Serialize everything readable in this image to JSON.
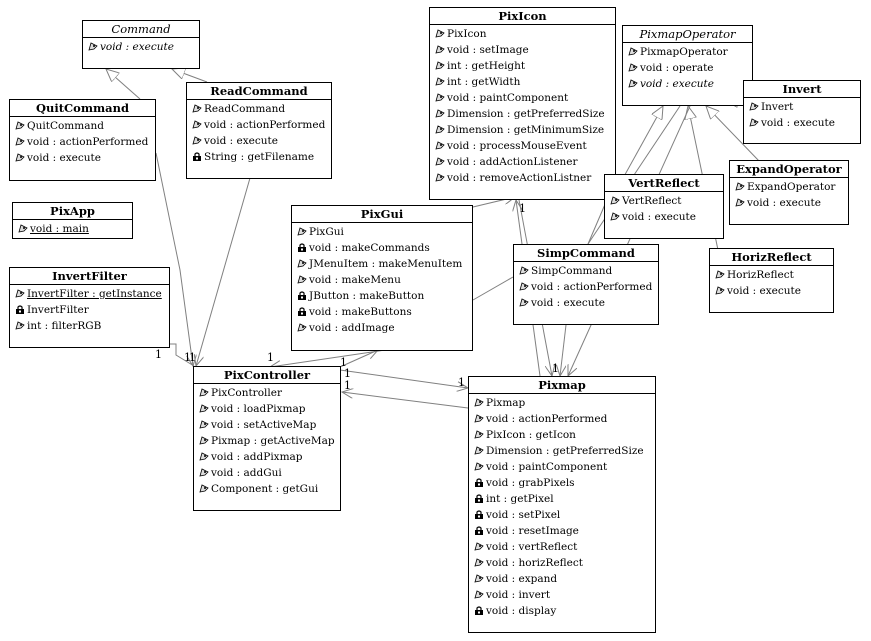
{
  "diagram": {
    "classes": [
      {
        "id": "command",
        "name": "Command",
        "abstract": true,
        "members": [
          {
            "text": "void : execute",
            "vis": "public",
            "abstract": true
          }
        ]
      },
      {
        "id": "quitcommand",
        "name": "QuitCommand",
        "members": [
          {
            "text": "QuitCommand",
            "vis": "public"
          },
          {
            "text": "void : actionPerformed",
            "vis": "public"
          },
          {
            "text": "void : execute",
            "vis": "public"
          }
        ]
      },
      {
        "id": "readcommand",
        "name": "ReadCommand",
        "members": [
          {
            "text": "ReadCommand",
            "vis": "public"
          },
          {
            "text": "void : actionPerformed",
            "vis": "public"
          },
          {
            "text": "void : execute",
            "vis": "public"
          },
          {
            "text": "String : getFilename",
            "vis": "private"
          }
        ]
      },
      {
        "id": "pixapp",
        "name": "PixApp",
        "members": [
          {
            "text": "void : main",
            "vis": "public",
            "static": true
          }
        ]
      },
      {
        "id": "invertfilter",
        "name": "InvertFilter",
        "members": [
          {
            "text": "InvertFilter : getInstance",
            "vis": "public",
            "static": true
          },
          {
            "text": "InvertFilter",
            "vis": "private"
          },
          {
            "text": "int : filterRGB",
            "vis": "public"
          }
        ]
      },
      {
        "id": "pixicon",
        "name": "PixIcon",
        "members": [
          {
            "text": "PixIcon",
            "vis": "public"
          },
          {
            "text": "void : setImage",
            "vis": "public"
          },
          {
            "text": "int : getHeight",
            "vis": "public"
          },
          {
            "text": "int : getWidth",
            "vis": "public"
          },
          {
            "text": "void : paintComponent",
            "vis": "public"
          },
          {
            "text": "Dimension : getPreferredSize",
            "vis": "public"
          },
          {
            "text": "Dimension : getMinimumSize",
            "vis": "public"
          },
          {
            "text": "void : processMouseEvent",
            "vis": "public"
          },
          {
            "text": "void : addActionListener",
            "vis": "public"
          },
          {
            "text": "void : removeActionListner",
            "vis": "public"
          }
        ]
      },
      {
        "id": "pixmapoperator",
        "name": "PixmapOperator",
        "abstract": true,
        "members": [
          {
            "text": "PixmapOperator",
            "vis": "public"
          },
          {
            "text": "void : operate",
            "vis": "public"
          },
          {
            "text": "void : execute",
            "vis": "public",
            "abstract": true
          }
        ]
      },
      {
        "id": "invert",
        "name": "Invert",
        "members": [
          {
            "text": "Invert",
            "vis": "public"
          },
          {
            "text": "void : execute",
            "vis": "public"
          }
        ]
      },
      {
        "id": "expandoperator",
        "name": "ExpandOperator",
        "members": [
          {
            "text": "ExpandOperator",
            "vis": "public"
          },
          {
            "text": "void : execute",
            "vis": "public"
          }
        ]
      },
      {
        "id": "vertreflect",
        "name": "VertReflect",
        "members": [
          {
            "text": "VertReflect",
            "vis": "public"
          },
          {
            "text": "void : execute",
            "vis": "public"
          }
        ]
      },
      {
        "id": "horizreflect",
        "name": "HorizReflect",
        "members": [
          {
            "text": "HorizReflect",
            "vis": "public"
          },
          {
            "text": "void : execute",
            "vis": "public"
          }
        ]
      },
      {
        "id": "pixgui",
        "name": "PixGui",
        "members": [
          {
            "text": "PixGui",
            "vis": "public"
          },
          {
            "text": "void : makeCommands",
            "vis": "private"
          },
          {
            "text": "JMenuItem : makeMenuItem",
            "vis": "public"
          },
          {
            "text": "void : makeMenu",
            "vis": "public"
          },
          {
            "text": "JButton : makeButton",
            "vis": "private"
          },
          {
            "text": "void : makeButtons",
            "vis": "private"
          },
          {
            "text": "void : addImage",
            "vis": "public"
          }
        ]
      },
      {
        "id": "simpcommand",
        "name": "SimpCommand",
        "members": [
          {
            "text": "SimpCommand",
            "vis": "public"
          },
          {
            "text": "void : actionPerformed",
            "vis": "public"
          },
          {
            "text": "void : execute",
            "vis": "public"
          }
        ]
      },
      {
        "id": "pixcontroller",
        "name": "PixController",
        "members": [
          {
            "text": "PixController",
            "vis": "public"
          },
          {
            "text": "void : loadPixmap",
            "vis": "public"
          },
          {
            "text": "void : setActiveMap",
            "vis": "public"
          },
          {
            "text": "Pixmap : getActiveMap",
            "vis": "public"
          },
          {
            "text": "void : addPixmap",
            "vis": "public"
          },
          {
            "text": "void : addGui",
            "vis": "public"
          },
          {
            "text": "Component : getGui",
            "vis": "public"
          }
        ]
      },
      {
        "id": "pixmap",
        "name": "Pixmap",
        "members": [
          {
            "text": "Pixmap",
            "vis": "public"
          },
          {
            "text": "void : actionPerformed",
            "vis": "public"
          },
          {
            "text": "PixIcon : getIcon",
            "vis": "public"
          },
          {
            "text": "Dimension : getPreferredSize",
            "vis": "public"
          },
          {
            "text": "void : paintComponent",
            "vis": "public"
          },
          {
            "text": "void : grabPixels",
            "vis": "private"
          },
          {
            "text": "int : getPixel",
            "vis": "private"
          },
          {
            "text": "void : setPixel",
            "vis": "private"
          },
          {
            "text": "void : resetImage",
            "vis": "private"
          },
          {
            "text": "void : vertReflect",
            "vis": "public"
          },
          {
            "text": "void : horizReflect",
            "vis": "public"
          },
          {
            "text": "void : expand",
            "vis": "public"
          },
          {
            "text": "void : invert",
            "vis": "public"
          },
          {
            "text": "void : display",
            "vis": "private"
          }
        ]
      }
    ],
    "multiplicities": [
      {
        "id": "m1",
        "text": "1"
      },
      {
        "id": "m2",
        "text": "1"
      },
      {
        "id": "m3",
        "text": "1"
      },
      {
        "id": "m4",
        "text": "1"
      },
      {
        "id": "m5",
        "text": "1"
      },
      {
        "id": "m6",
        "text": "1"
      },
      {
        "id": "m7",
        "text": "1"
      },
      {
        "id": "m8",
        "text": "1"
      },
      {
        "id": "m9",
        "text": "1"
      },
      {
        "id": "m10",
        "text": "1"
      }
    ]
  }
}
